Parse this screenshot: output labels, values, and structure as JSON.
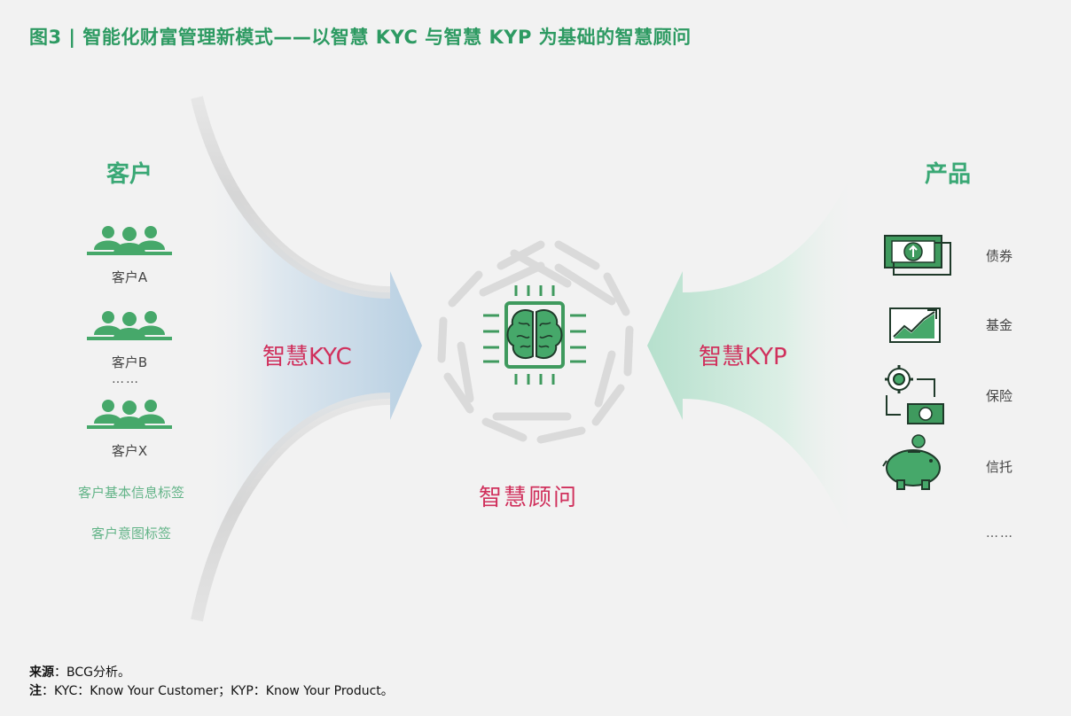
{
  "title": "图3 | 智能化财富管理新模式——以智慧 KYC 与智慧 KYP 为基础的智慧顾问",
  "customers": {
    "heading": "客户",
    "items": [
      {
        "label": "客户A"
      },
      {
        "label": "客户B"
      },
      {
        "label": "客户X"
      }
    ],
    "ellipsis": "……",
    "tags": [
      "客户基本信息标签",
      "客户意图标签"
    ]
  },
  "flows": {
    "left": "智慧KYC",
    "right": "智慧KYP"
  },
  "center": {
    "label": "智慧顾问"
  },
  "products": {
    "heading": "产品",
    "items": [
      {
        "label": "债券",
        "icon": "money-stack-icon"
      },
      {
        "label": "基金",
        "icon": "growth-chart-icon"
      },
      {
        "label": "保险",
        "icon": "gear-cash-cycle-icon"
      },
      {
        "label": "信托",
        "icon": "piggy-bank-icon"
      }
    ],
    "ellipsis": "……"
  },
  "footer": {
    "source_label": "来源",
    "source_text": "：BCG分析。",
    "note_label": "注",
    "note_text": "：KYC：Know Your Customer；KYP：Know Your Product。"
  },
  "colors": {
    "green": "#2d9a62",
    "icon_green": "#3f9a5e",
    "pink": "#d0305c",
    "tag_green": "#63b488",
    "kyc_blue": "#bcd3e4",
    "kyp_green": "#bfe2d3"
  }
}
